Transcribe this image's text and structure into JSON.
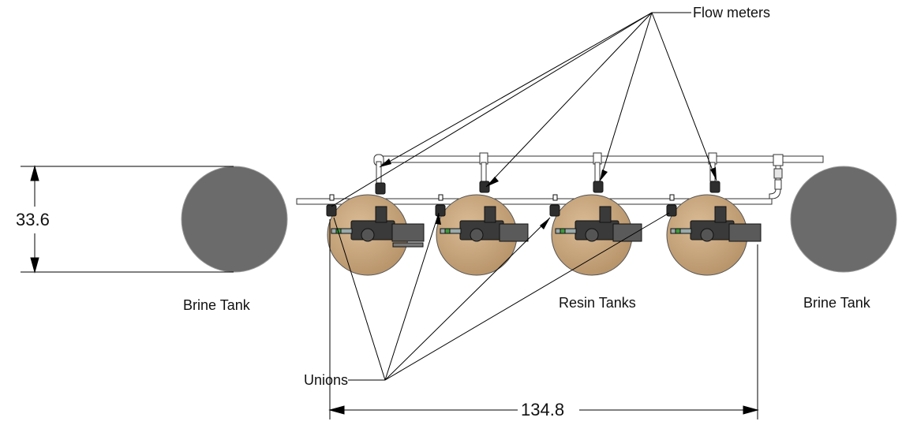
{
  "labels": {
    "flow_meters": "Flow meters",
    "unions": "Unions",
    "resin_tanks": "Resin Tanks",
    "brine_tank_left": "Brine Tank",
    "brine_tank_right": "Brine Tank"
  },
  "dimensions": {
    "height": "33.6",
    "width": "134.8"
  },
  "colors": {
    "brine_tank": "#6b6b6b",
    "resin_tank": "#c8a57c",
    "valve_body": "#3a3a3a",
    "line": "#000000"
  },
  "resin_tank_count": 4,
  "brine_tank_count": 2
}
